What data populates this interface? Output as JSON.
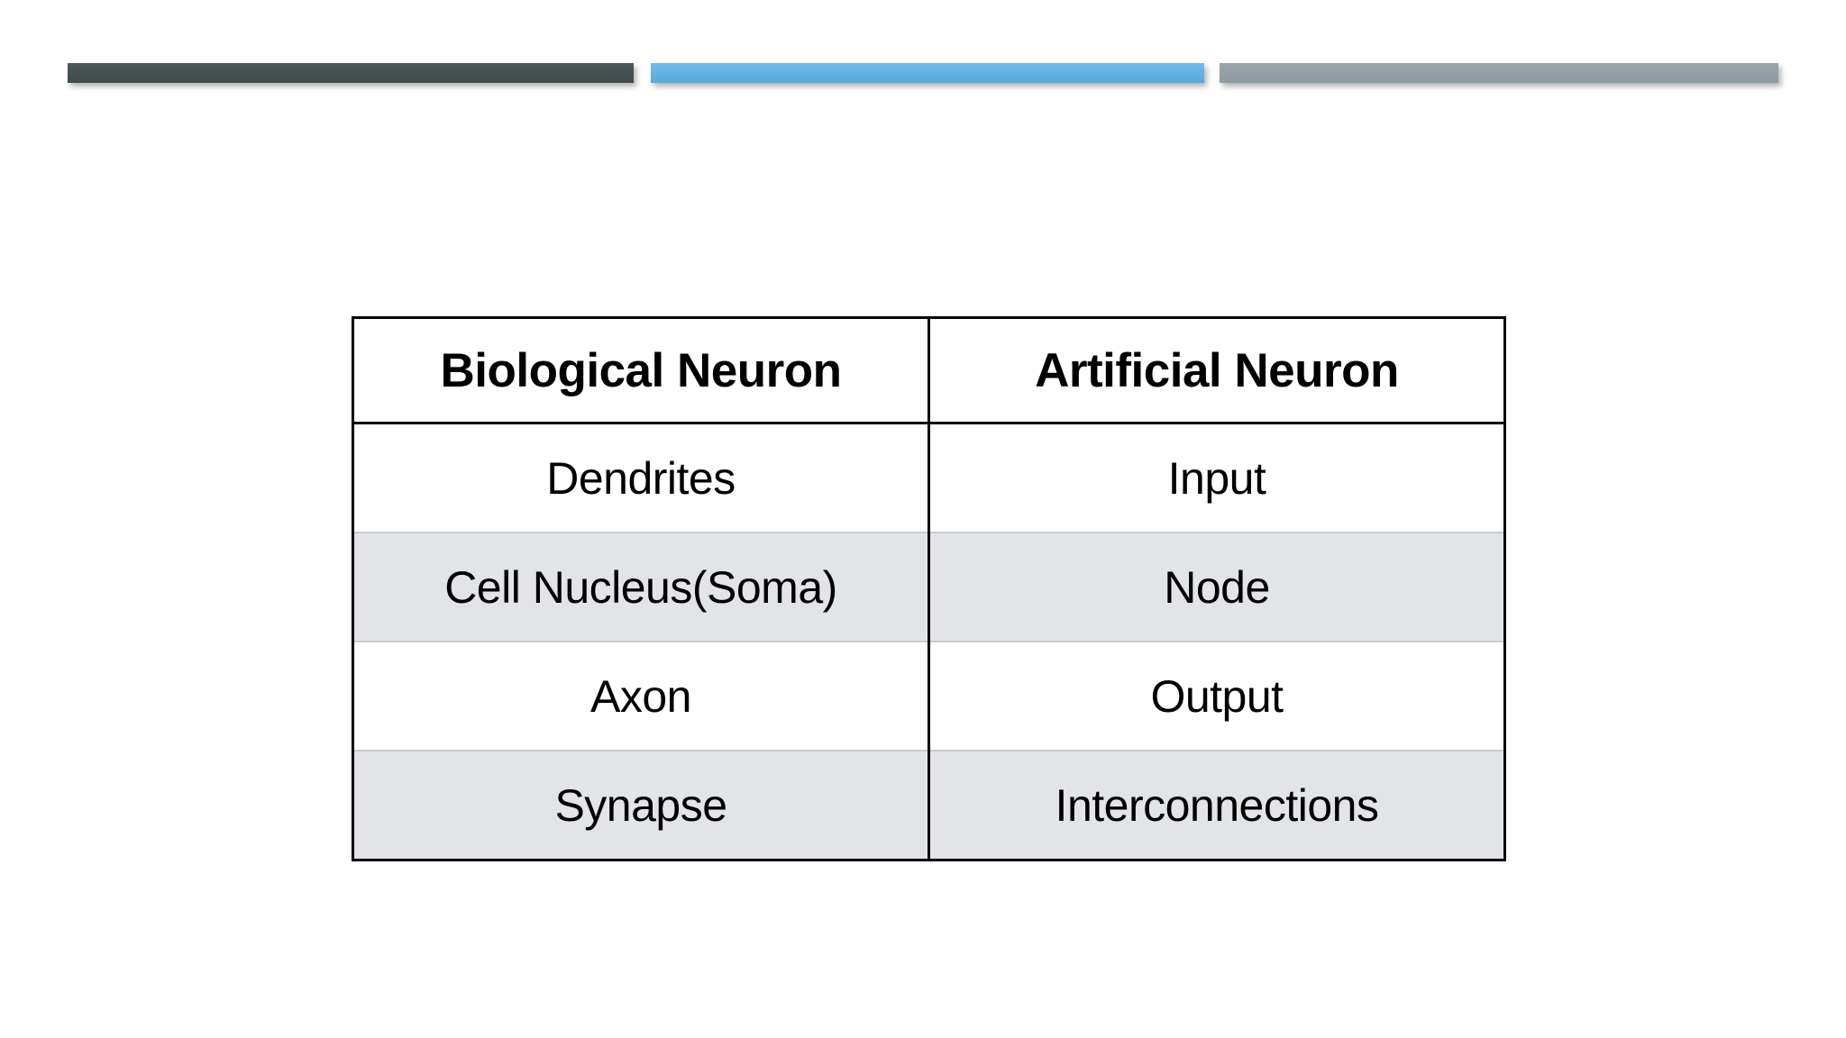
{
  "slide": {
    "background_color": "#ffffff",
    "decor_bars": [
      {
        "name": "dark-slate-bar",
        "color": "#44504f"
      },
      {
        "name": "blue-bar",
        "color": "#62b1e2"
      },
      {
        "name": "gray-bar",
        "color": "#94a0a5"
      }
    ]
  },
  "table": {
    "headers": [
      "Biological Neuron",
      "Artificial Neuron"
    ],
    "shaded_row_color": "#e3e4e7",
    "border_color": "#000000",
    "rows": [
      {
        "biological": "Dendrites",
        "artificial": "Input",
        "shaded": false
      },
      {
        "biological": "Cell Nucleus(Soma)",
        "artificial": "Node",
        "shaded": true
      },
      {
        "biological": "Axon",
        "artificial": "Output",
        "shaded": false
      },
      {
        "biological": "Synapse",
        "artificial": "Interconnections",
        "shaded": true
      }
    ]
  }
}
